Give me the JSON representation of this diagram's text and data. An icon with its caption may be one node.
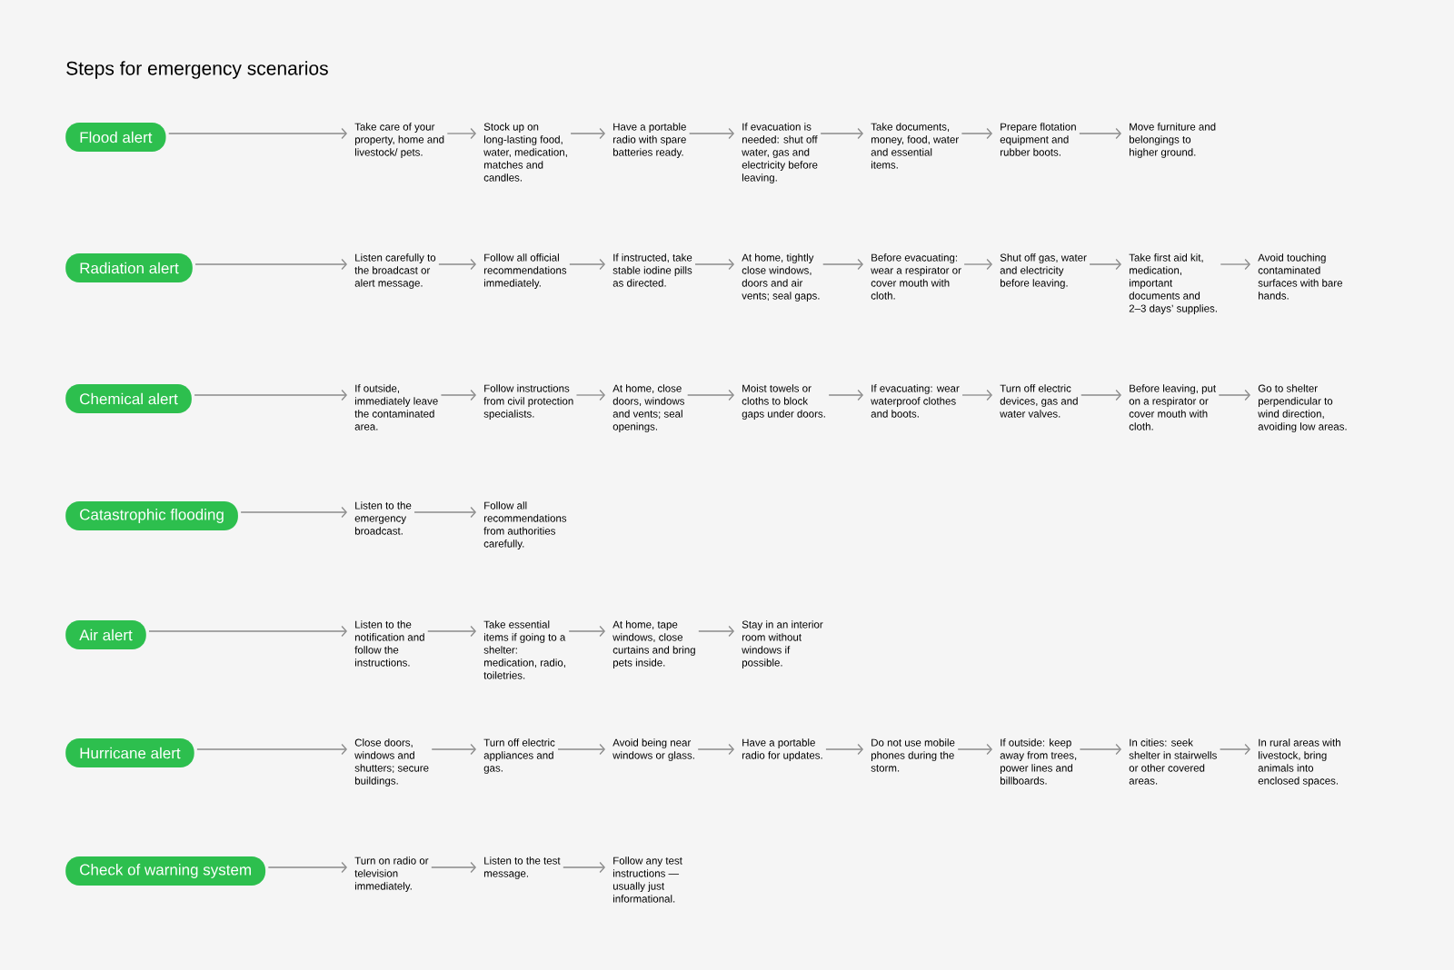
{
  "diagram": {
    "title": "Steps for emergency scenarios",
    "nodes": [
      {
        "text": [
          "Flood alert"
        ]
      },
      {
        "text": [
          "Take care of your property, home and livestock/ pets."
        ]
      },
      {
        "text": [
          "Stock up on long-lasting food, water, medication, matches and candles."
        ]
      },
      {
        "text": [
          "Have a portable radio with spare batteries ready."
        ]
      },
      {
        "text": [
          "If evacuation is needed: shut off water, gas and electricity before leaving."
        ]
      },
      {
        "text": [
          "Take documents, money, food, water and essential items."
        ]
      },
      {
        "text": [
          "Prepare flotation equipment and rubber boots."
        ]
      },
      {
        "text": [
          "Move furniture and belongings to higher ground."
        ]
      },
      {
        "text": [
          "Radiation alert"
        ]
      },
      {
        "text": [
          "Listen carefully to the broadcast or alert message."
        ]
      },
      {
        "text": [
          "Follow all official recommendations immediately."
        ]
      },
      {
        "text": [
          "If instructed, take stable iodine pills as directed."
        ]
      },
      {
        "text": [
          "At home, tightly close windows, doors and air vents; seal gaps."
        ]
      },
      {
        "text": [
          "Before evacuating: wear a respirator or cover mouth with cloth."
        ]
      },
      {
        "text": [
          "Shut off gas, water and electricity before leaving."
        ]
      },
      {
        "text": [
          "Take first aid kit, medication, important documents and 2–3 days’ supplies."
        ]
      },
      {
        "text": [
          "Avoid touching contaminated surfaces with bare hands."
        ]
      },
      {
        "text": [
          "Chemical alert"
        ]
      },
      {
        "text": [
          "If outside, immediately leave the contaminated area."
        ]
      },
      {
        "text": [
          "Follow instructions from civil protection specialists."
        ]
      },
      {
        "text": [
          "At home, close doors, windows and vents; seal openings."
        ]
      },
      {
        "text": [
          "Moist towels or cloths to block gaps under doors."
        ]
      },
      {
        "text": [
          "If evacuating: wear waterproof clothes and boots."
        ]
      },
      {
        "text": [
          "Turn off electric devices, gas and water valves."
        ]
      },
      {
        "text": [
          "Before leaving, put on a respirator or cover mouth with cloth."
        ]
      },
      {
        "text": [
          "Go to shelter perpendicular to wind direction, avoiding low areas."
        ]
      },
      {
        "text": [
          "Catastrophic flooding"
        ]
      },
      {
        "text": [
          "Listen to the emergency broadcast."
        ]
      },
      {
        "text": [
          "Follow all recommendations from authorities carefully."
        ]
      },
      {
        "text": [
          "Air alert"
        ]
      },
      {
        "text": [
          "Listen to the notification and follow the instructions."
        ]
      },
      {
        "text": [
          "Take essential items if going to a shelter: medication, radio, toiletries."
        ]
      },
      {
        "text": [
          "At home, tape windows, close curtains and bring pets inside."
        ]
      },
      {
        "text": [
          "Stay in an interior room without windows if possible."
        ]
      },
      {
        "text": [
          "Hurricane alert"
        ]
      },
      {
        "text": [
          "Close doors, windows and shutters; secure buildings."
        ]
      },
      {
        "text": [
          "Turn off electric appliances and gas."
        ]
      },
      {
        "text": [
          "Avoid being near windows or glass."
        ]
      },
      {
        "text": [
          "Have a portable radio for updates."
        ]
      },
      {
        "text": [
          "Do not use mobile phones during the storm."
        ]
      },
      {
        "text": [
          "If outside: keep away from trees, power lines and billboards."
        ]
      },
      {
        "text": [
          "In cities: seek shelter in stairwells or other covered areas."
        ]
      },
      {
        "text": [
          "In rural areas with livestock, bring animals into enclosed spaces."
        ]
      },
      {
        "text": [
          "Check of warning system"
        ]
      },
      {
        "text": [
          "Turn on radio or television immediately."
        ]
      },
      {
        "text": [
          "Listen to the test message."
        ]
      },
      {
        "text": [
          "Follow any test instructions — usually just informational."
        ]
      }
    ],
    "edges": [
      {
        "from": 0,
        "to": 1,
        "arrow": "to"
      },
      {
        "from": 1,
        "to": 2,
        "arrow": "to"
      },
      {
        "from": 2,
        "to": 3,
        "arrow": "to"
      },
      {
        "from": 3,
        "to": 4,
        "arrow": "to"
      },
      {
        "from": 4,
        "to": 5,
        "arrow": "to"
      },
      {
        "from": 5,
        "to": 6,
        "arrow": "to"
      },
      {
        "from": 6,
        "to": 7,
        "arrow": "to"
      },
      {
        "from": 8,
        "to": 9,
        "arrow": "to"
      },
      {
        "from": 9,
        "to": 10,
        "arrow": "to"
      },
      {
        "from": 10,
        "to": 11,
        "arrow": "to"
      },
      {
        "from": 11,
        "to": 12,
        "arrow": "to"
      },
      {
        "from": 12,
        "to": 13,
        "arrow": "to"
      },
      {
        "from": 13,
        "to": 14,
        "arrow": "to"
      },
      {
        "from": 14,
        "to": 15,
        "arrow": "to"
      },
      {
        "from": 15,
        "to": 16,
        "arrow": "to"
      },
      {
        "from": 17,
        "to": 18,
        "arrow": "to"
      },
      {
        "from": 18,
        "to": 19,
        "arrow": "to"
      },
      {
        "from": 19,
        "to": 20,
        "arrow": "to"
      },
      {
        "from": 20,
        "to": 21,
        "arrow": "to"
      },
      {
        "from": 21,
        "to": 22,
        "arrow": "to"
      },
      {
        "from": 22,
        "to": 23,
        "arrow": "to"
      },
      {
        "from": 23,
        "to": 24,
        "arrow": "to"
      },
      {
        "from": 24,
        "to": 25,
        "arrow": "to"
      },
      {
        "from": 26,
        "to": 27,
        "arrow": "to"
      },
      {
        "from": 27,
        "to": 28,
        "arrow": "to"
      },
      {
        "from": 29,
        "to": 30,
        "arrow": "to"
      },
      {
        "from": 30,
        "to": 31,
        "arrow": "to"
      },
      {
        "from": 31,
        "to": 32,
        "arrow": "to"
      },
      {
        "from": 32,
        "to": 33,
        "arrow": "to"
      },
      {
        "from": 34,
        "to": 35,
        "arrow": "to"
      },
      {
        "from": 35,
        "to": 36,
        "arrow": "to"
      },
      {
        "from": 36,
        "to": 37,
        "arrow": "to"
      },
      {
        "from": 37,
        "to": 38,
        "arrow": "to"
      },
      {
        "from": 38,
        "to": 39,
        "arrow": "to"
      },
      {
        "from": 39,
        "to": 40,
        "arrow": "to"
      },
      {
        "from": 40,
        "to": 41,
        "arrow": "to"
      },
      {
        "from": 41,
        "to": 42,
        "arrow": "to"
      },
      {
        "from": 43,
        "to": 44,
        "arrow": "to"
      },
      {
        "from": 44,
        "to": 45,
        "arrow": "to"
      },
      {
        "from": 45,
        "to": 46,
        "arrow": "to"
      }
    ]
  }
}
